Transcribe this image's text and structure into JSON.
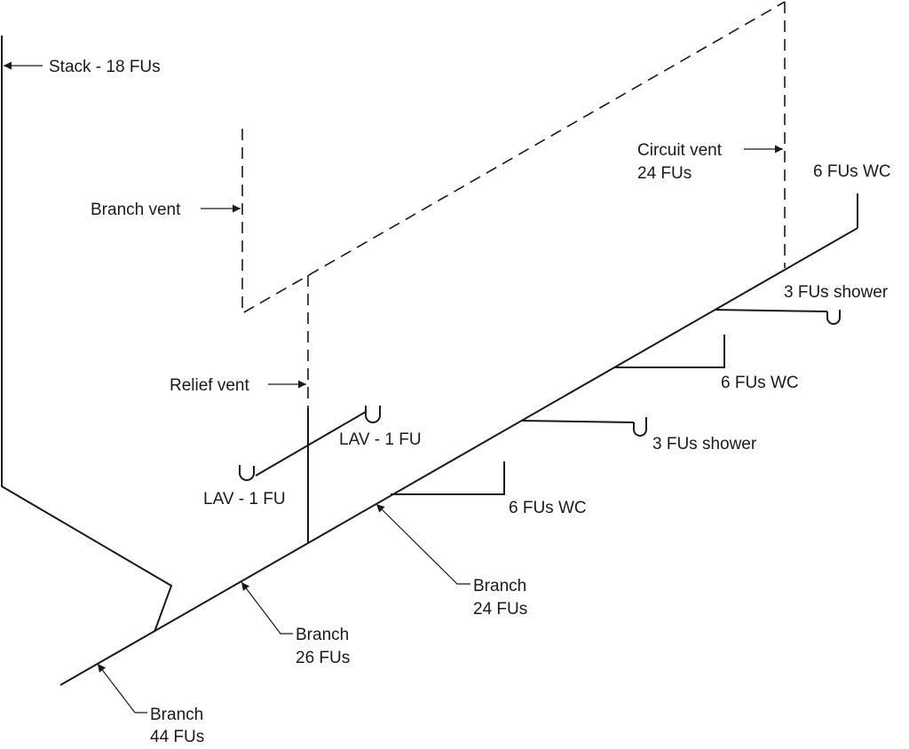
{
  "labels": {
    "stack": "Stack  - 18 FUs",
    "branch_vent": "Branch vent",
    "relief_vent": "Relief vent",
    "circuit_vent_1": "Circuit vent",
    "circuit_vent_2": "24 FUs",
    "wc_top": "6 FUs WC",
    "shower_upper": "3 FUs shower",
    "wc_upper": "6 FUs WC",
    "shower_lower": "3 FUs shower",
    "wc_lower": "6 FUs WC",
    "lav_upper": "LAV - 1 FU",
    "lav_lower": "LAV - 1 FU",
    "branch_24_1": "Branch",
    "branch_24_2": "24 FUs",
    "branch_26_1": "Branch",
    "branch_26_2": "26 FUs",
    "branch_44_1": "Branch",
    "branch_44_2": "44 FUs"
  }
}
